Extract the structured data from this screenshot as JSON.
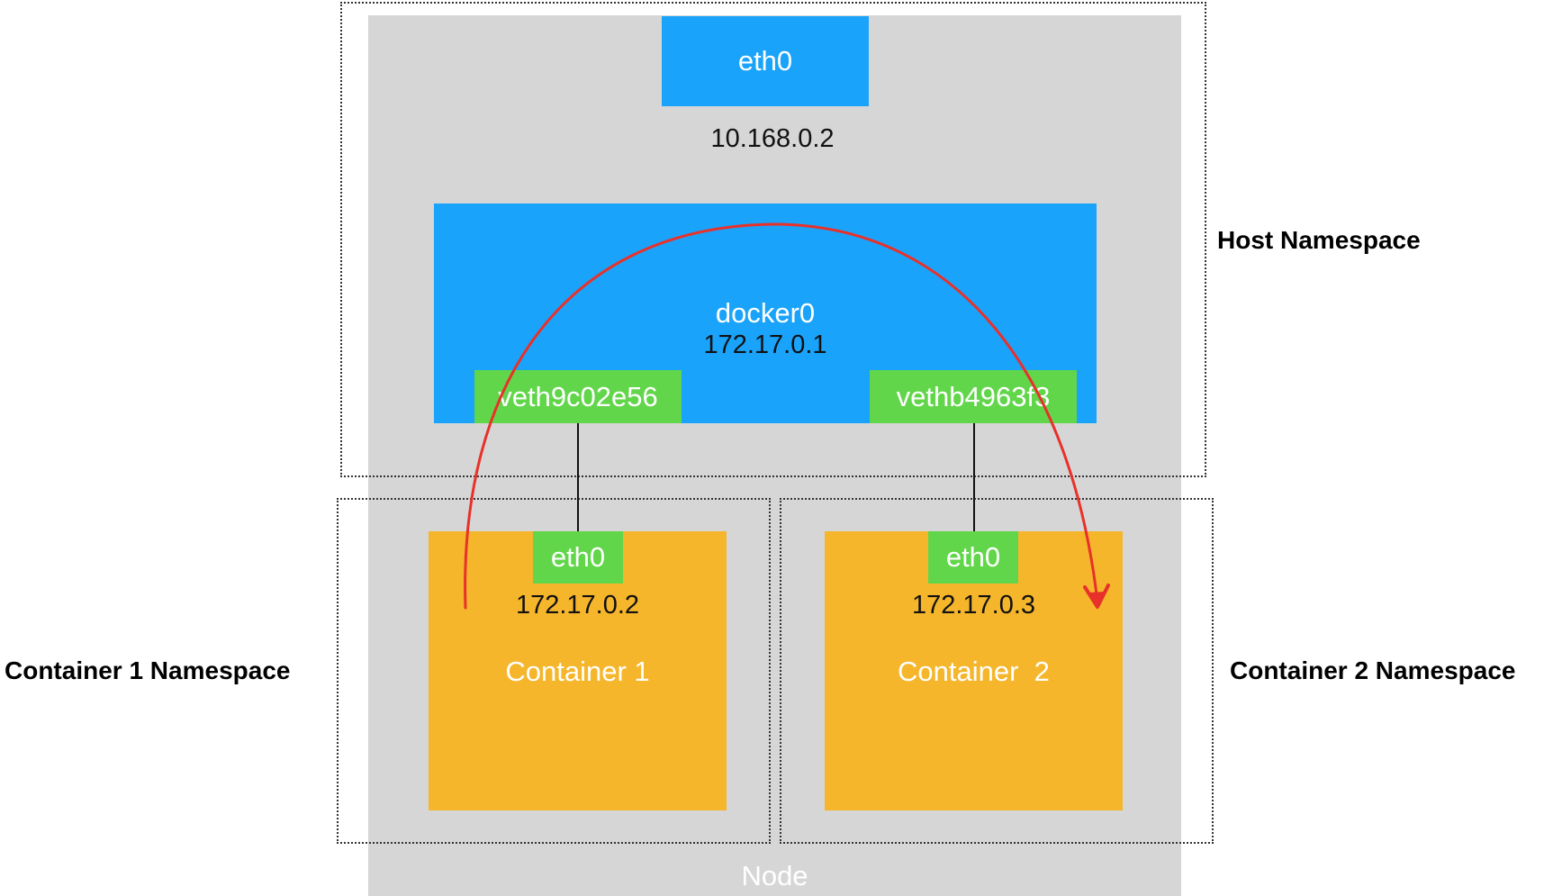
{
  "node": {
    "label": "Node"
  },
  "host": {
    "namespace_label": "Host Namespace",
    "eth0": {
      "label": "eth0",
      "ip": "10.168.0.2"
    },
    "bridge": {
      "label": "docker0",
      "ip": "172.17.0.1"
    },
    "veth1": {
      "label": "veth9c02e56"
    },
    "veth2": {
      "label": "vethb4963f3"
    }
  },
  "container1": {
    "namespace_label": "Container 1 Namespace",
    "label": "Container 1",
    "eth0": {
      "label": "eth0",
      "ip": "172.17.0.2"
    }
  },
  "container2": {
    "namespace_label": "Container 2 Namespace",
    "label": "Container  2",
    "eth0": {
      "label": "eth0",
      "ip": "172.17.0.3"
    }
  },
  "colors": {
    "node": "#d6d6d6",
    "interface_blue": "#1aa3fb",
    "veth_green": "#62d64a",
    "container_orange": "#f5b62b",
    "flow_arrow": "#e8312a"
  }
}
